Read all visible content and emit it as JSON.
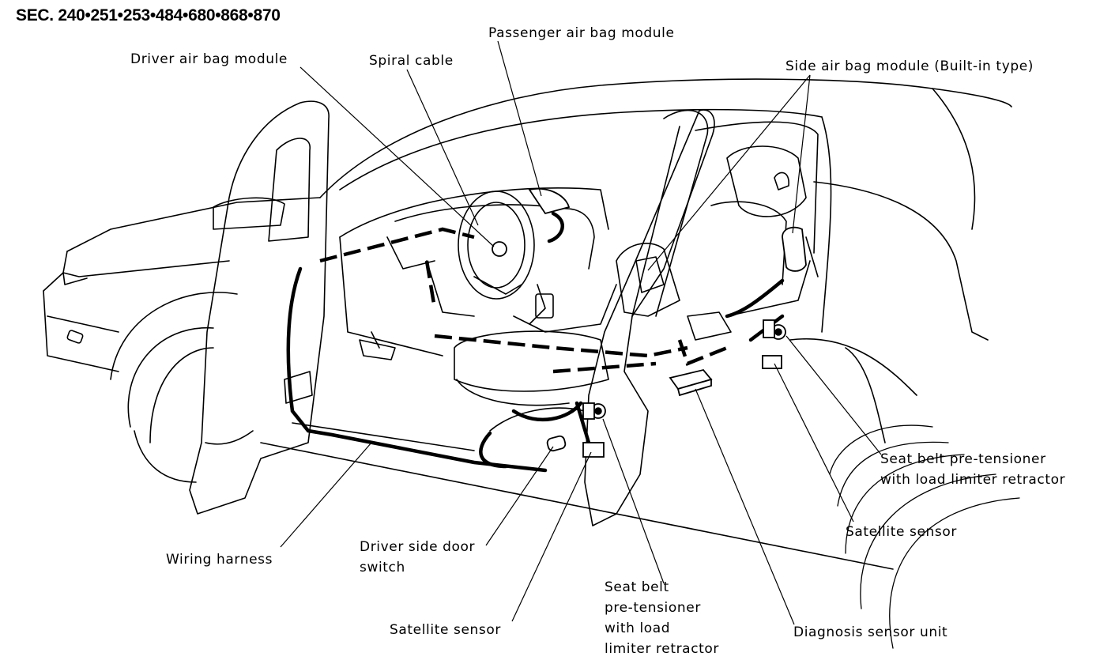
{
  "section_code": "SEC. 240•251•253•484•680•868•870",
  "labels": {
    "passenger_airbag": "Passenger air bag module",
    "driver_airbag": "Driver air bag module",
    "spiral_cable": "Spiral cable",
    "side_airbag": "Side air bag module (Built-in type)",
    "seatbelt_right": [
      "Seat belt pre-tensioner",
      "with load limiter retractor"
    ],
    "satellite_right": "Satellite sensor",
    "wiring_harness": "Wiring harness",
    "door_switch": [
      "Driver side door",
      "switch"
    ],
    "seatbelt_center": [
      "Seat belt",
      "pre-tensioner",
      "with load",
      "limiter retractor"
    ],
    "satellite_left": "Satellite sensor",
    "diagnosis_unit": "Diagnosis sensor unit"
  }
}
